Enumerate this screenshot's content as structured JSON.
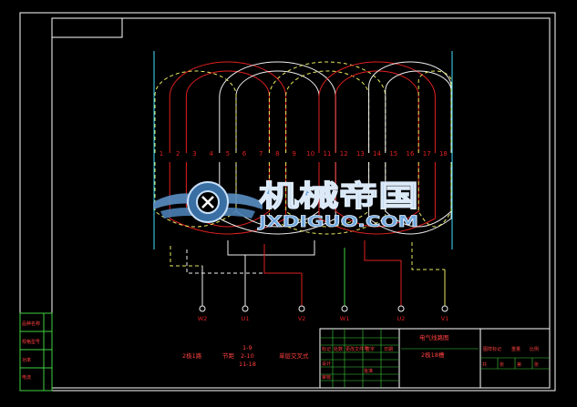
{
  "slots": [
    "1",
    "2",
    "3",
    "4",
    "5",
    "6",
    "7",
    "8",
    "9",
    "10",
    "11",
    "12",
    "13",
    "14",
    "15",
    "16",
    "17",
    "18"
  ],
  "terminals": [
    "W2",
    "U1",
    "V2",
    "W1",
    "U2",
    "V1"
  ],
  "watermark": {
    "cn": "机械帝国",
    "en": "JXDIGUO.COM"
  },
  "title_block": {
    "drawing_title": "电气线路图",
    "subtitle": "2极18槽",
    "left_labels": [
      "品种名称",
      "规格型号",
      "功率",
      "电流"
    ],
    "header_cells": [
      "标记",
      "处数",
      "更改文件号",
      "签字",
      "日期"
    ],
    "role_cells": [
      "设计",
      "审核",
      "批准"
    ],
    "right_cells": [
      "图样标记",
      "重量",
      "比例",
      "共",
      "张",
      "第",
      "张"
    ]
  },
  "notes": {
    "poles": "2极1路",
    "pitch_label": "节距",
    "pitch_values": [
      "1-9",
      "2-10",
      "11-18"
    ],
    "winding_type": "单层交叉式"
  },
  "colors": {
    "red": "#e02020",
    "white": "#f0f0f0",
    "yellow": "#e8e860",
    "green": "#40d040",
    "cyan": "#40e0ff",
    "frame": "#ffffff"
  }
}
